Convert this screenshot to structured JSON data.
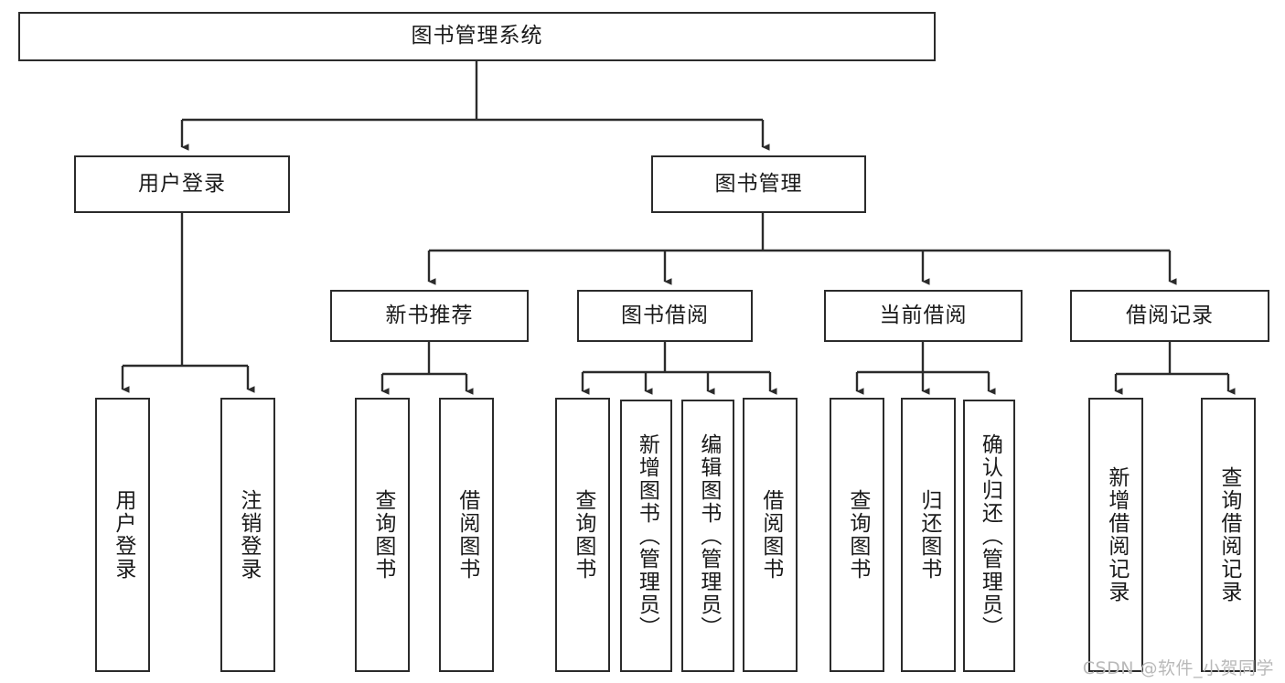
{
  "diagram": {
    "type": "tree-hierarchy",
    "title": "图书管理系统",
    "watermark": "CSDN @软件_小贺同学",
    "colors": {
      "box_border": "#2b2b2b",
      "box_fill": "#ffffff",
      "edge": "#2b2b2b",
      "text": "#1a1a1a",
      "watermark": "#b9b9b9"
    },
    "levels": {
      "root": {
        "label": "图书管理系统"
      },
      "level2": [
        {
          "label": "用户登录"
        },
        {
          "label": "图书管理"
        }
      ],
      "level3": [
        {
          "label": "新书推荐"
        },
        {
          "label": "图书借阅"
        },
        {
          "label": "当前借阅"
        },
        {
          "label": "借阅记录"
        }
      ],
      "leaves": {
        "user_login": [
          {
            "label": "用户登录"
          },
          {
            "label": "注销登录"
          }
        ],
        "new_book_recommend": [
          {
            "label": "查询图书"
          },
          {
            "label": "借阅图书"
          }
        ],
        "book_borrow": [
          {
            "label": "查询图书"
          },
          {
            "label": "新增图书（管理员）"
          },
          {
            "label": "编辑图书（管理员）"
          },
          {
            "label": "借阅图书"
          }
        ],
        "current_borrow": [
          {
            "label": "查询图书"
          },
          {
            "label": "归还图书"
          },
          {
            "label": "确认归还（管理员）"
          }
        ],
        "borrow_record": [
          {
            "label": "新增借阅记录"
          },
          {
            "label": "查询借阅记录"
          }
        ]
      }
    }
  }
}
